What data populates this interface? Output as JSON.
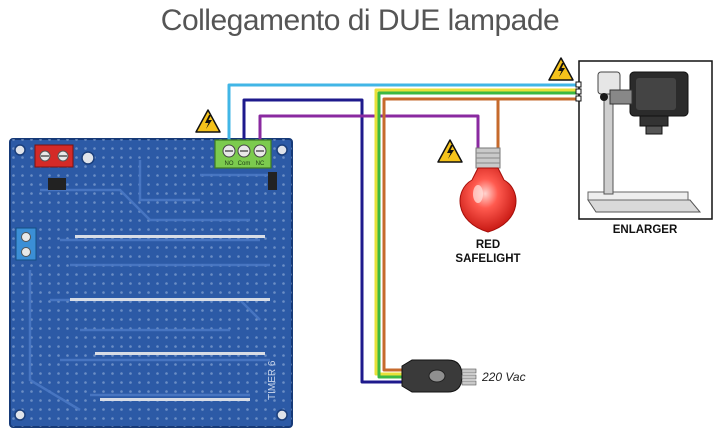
{
  "title": "Collegamento di DUE lampade",
  "labels": {
    "safelight_line1": "RED",
    "safelight_line2": "SAFELIGHT",
    "enlarger": "ENLARGER",
    "mains": "220 Vac"
  },
  "terminal_labels": [
    "NO",
    "Com",
    "NC"
  ],
  "board_silkscreen": "TIMER 6"
}
